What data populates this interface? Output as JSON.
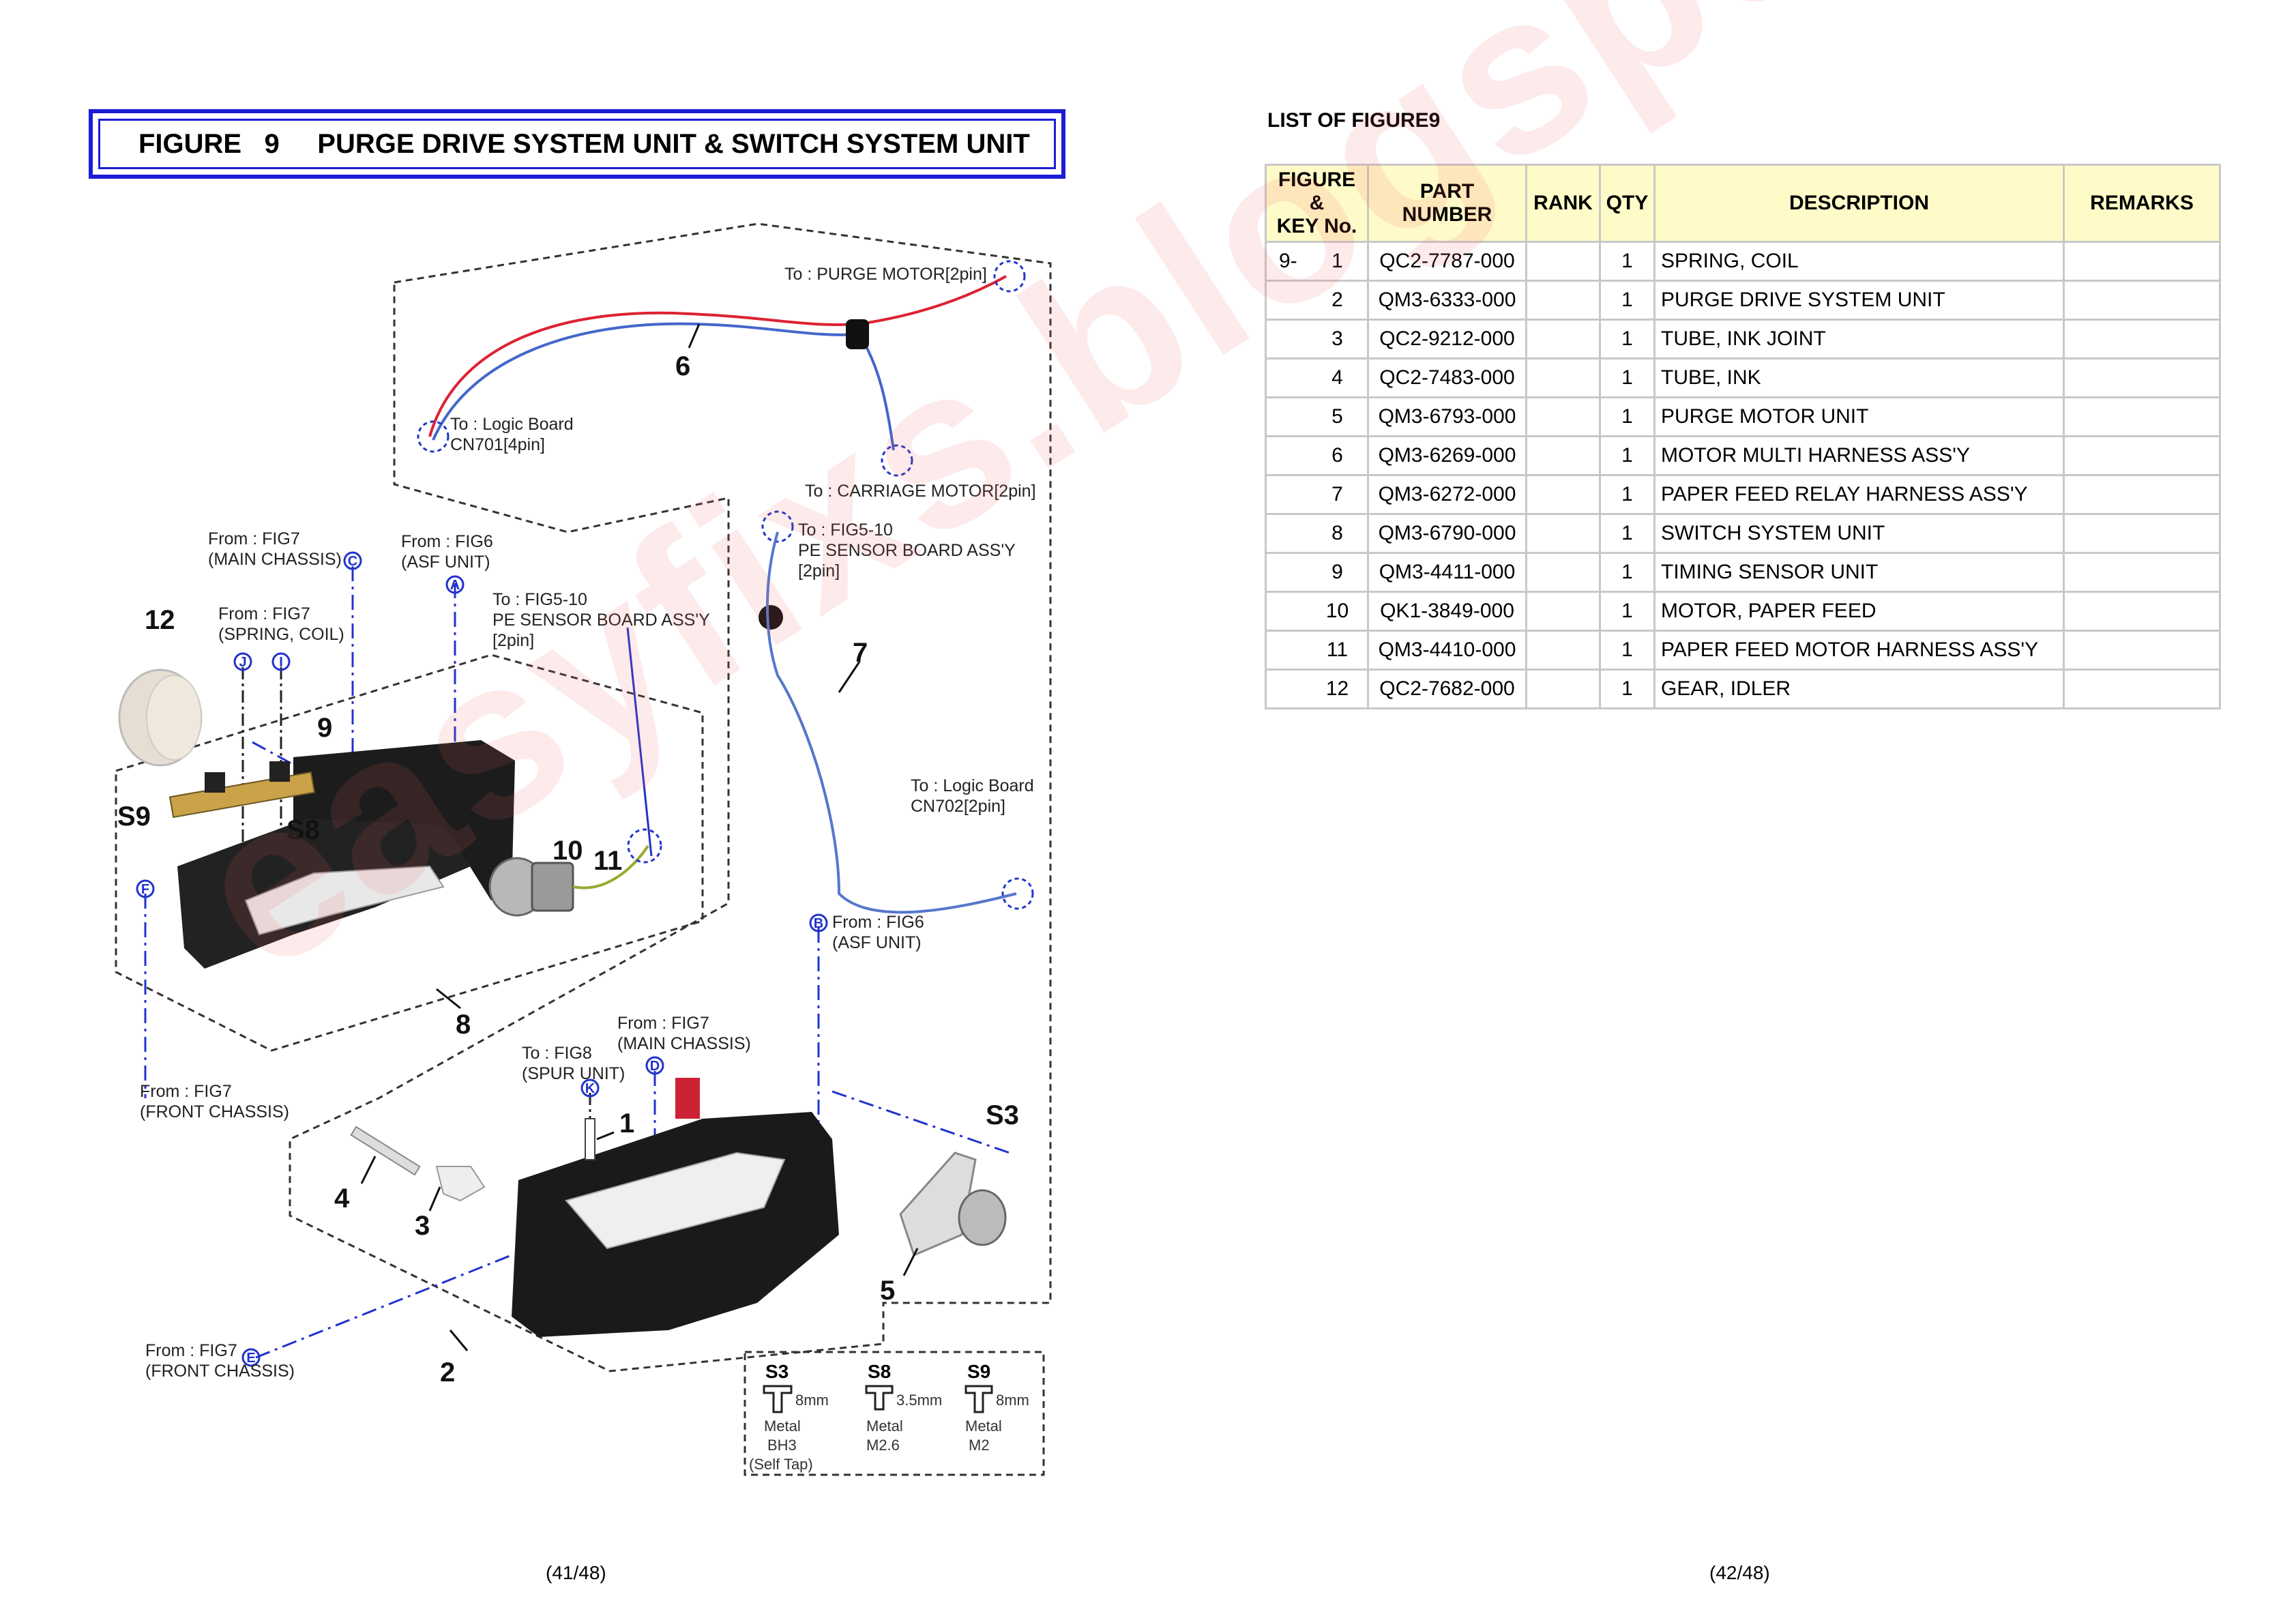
{
  "figure_title": "FIGURE   9     PURGE DRIVE SYSTEM UNIT & SWITCH SYSTEM UNIT",
  "diagram": {
    "labels": {
      "to_purge_motor": "To : PURGE MOTOR[2pin]",
      "to_logic_board_1": "To : Logic Board",
      "cn701": "CN701[4pin]",
      "to_carriage_motor": "To : CARRIAGE MOTOR[2pin]",
      "from_fig7_main_1": "From : FIG7",
      "main_chassis_c": "(MAIN CHASSIS)",
      "from_fig6_asf_1": "From : FIG6",
      "asf_unit_a": "(ASF UNIT)",
      "to_fig5_10_a": "To : FIG5-10",
      "pe_sensor_a": "PE SENSOR BOARD ASS'Y",
      "pin2_a": "[2pin]",
      "from_fig7_spring": "From : FIG7",
      "spring_coil": "(SPRING, COIL)",
      "to_fig5_10_b": "To : FIG5-10",
      "pe_sensor_b": "PE SENSOR BOARD ASS'Y",
      "pin2_b": "[2pin]",
      "to_logic_board_2": "To : Logic Board",
      "cn702": "CN702[2pin]",
      "from_fig6_asf_2": "From : FIG6",
      "asf_unit_b": "(ASF UNIT)",
      "from_fig7_main_2": "From : FIG7",
      "main_chassis_d": "(MAIN CHASSIS)",
      "to_fig8": "To : FIG8",
      "spur_unit": "(SPUR UNIT)",
      "from_fig7_front_1": "From : FIG7",
      "front_chassis_1": "(FRONT CHASSIS)",
      "from_fig7_front_2": "From : FIG7",
      "front_chassis_2": "(FRONT CHASSIS)"
    },
    "circle_letters": {
      "c": "C",
      "a": "A",
      "j": "J",
      "i": "I",
      "f": "F",
      "b": "B",
      "d": "D",
      "k": "K",
      "e": "E"
    },
    "part_numbers": {
      "n1": "1",
      "n2": "2",
      "n3": "3",
      "n4": "4",
      "n5": "5",
      "n6": "6",
      "n7": "7",
      "n8": "8",
      "n9": "9",
      "n10": "10",
      "n11": "11",
      "n12": "12"
    },
    "screws": {
      "s3": "S3",
      "s8": "S8",
      "s9": "S9"
    },
    "screw_legend": [
      {
        "code": "S3",
        "size": "8mm",
        "material": "Metal",
        "type": "BH3",
        "note": "(Self Tap)"
      },
      {
        "code": "S8",
        "size": "3.5mm",
        "material": "Metal",
        "type": "M2.6",
        "note": ""
      },
      {
        "code": "S9",
        "size": "8mm",
        "material": "Metal",
        "type": "M2",
        "note": ""
      }
    ]
  },
  "list": {
    "title": "LIST OF FIGURE9",
    "headers": {
      "key_line1": "FIGURE &",
      "key_line2": "KEY  No.",
      "part_number": "PART NUMBER",
      "rank": "RANK",
      "qty": "QTY",
      "description": "DESCRIPTION",
      "remarks": "REMARKS"
    },
    "rows": [
      {
        "prefix": "9-",
        "key": "1",
        "part": "QC2-7787-000",
        "rank": "",
        "qty": "1",
        "desc": "SPRING, COIL",
        "remarks": ""
      },
      {
        "prefix": "",
        "key": "2",
        "part": "QM3-6333-000",
        "rank": "",
        "qty": "1",
        "desc": "PURGE DRIVE SYSTEM UNIT",
        "remarks": ""
      },
      {
        "prefix": "",
        "key": "3",
        "part": "QC2-9212-000",
        "rank": "",
        "qty": "1",
        "desc": "TUBE, INK JOINT",
        "remarks": ""
      },
      {
        "prefix": "",
        "key": "4",
        "part": "QC2-7483-000",
        "rank": "",
        "qty": "1",
        "desc": "TUBE, INK",
        "remarks": ""
      },
      {
        "prefix": "",
        "key": "5",
        "part": "QM3-6793-000",
        "rank": "",
        "qty": "1",
        "desc": "PURGE MOTOR UNIT",
        "remarks": ""
      },
      {
        "prefix": "",
        "key": "6",
        "part": "QM3-6269-000",
        "rank": "",
        "qty": "1",
        "desc": "MOTOR MULTI HARNESS ASS'Y",
        "remarks": ""
      },
      {
        "prefix": "",
        "key": "7",
        "part": "QM3-6272-000",
        "rank": "",
        "qty": "1",
        "desc": "PAPER FEED RELAY HARNESS ASS'Y",
        "remarks": ""
      },
      {
        "prefix": "",
        "key": "8",
        "part": "QM3-6790-000",
        "rank": "",
        "qty": "1",
        "desc": "SWITCH SYSTEM UNIT",
        "remarks": ""
      },
      {
        "prefix": "",
        "key": "9",
        "part": "QM3-4411-000",
        "rank": "",
        "qty": "1",
        "desc": "TIMING SENSOR UNIT",
        "remarks": ""
      },
      {
        "prefix": "",
        "key": "10",
        "part": "QK1-3849-000",
        "rank": "",
        "qty": "1",
        "desc": "MOTOR, PAPER FEED",
        "remarks": ""
      },
      {
        "prefix": "",
        "key": "11",
        "part": "QM3-4410-000",
        "rank": "",
        "qty": "1",
        "desc": "PAPER FEED MOTOR HARNESS ASS'Y",
        "remarks": ""
      },
      {
        "prefix": "",
        "key": "12",
        "part": "QC2-7682-000",
        "rank": "",
        "qty": "1",
        "desc": "GEAR, IDLER",
        "remarks": ""
      }
    ]
  },
  "pages": {
    "left": "(41/48)",
    "right": "(42/48)"
  },
  "watermark": "easyfixs.blogspot.com",
  "colors": {
    "title_border": "#1c1cd8",
    "header_fill": "#fffbc8",
    "leader_blue": "#2233cc",
    "watermark": "#f05a5a"
  }
}
